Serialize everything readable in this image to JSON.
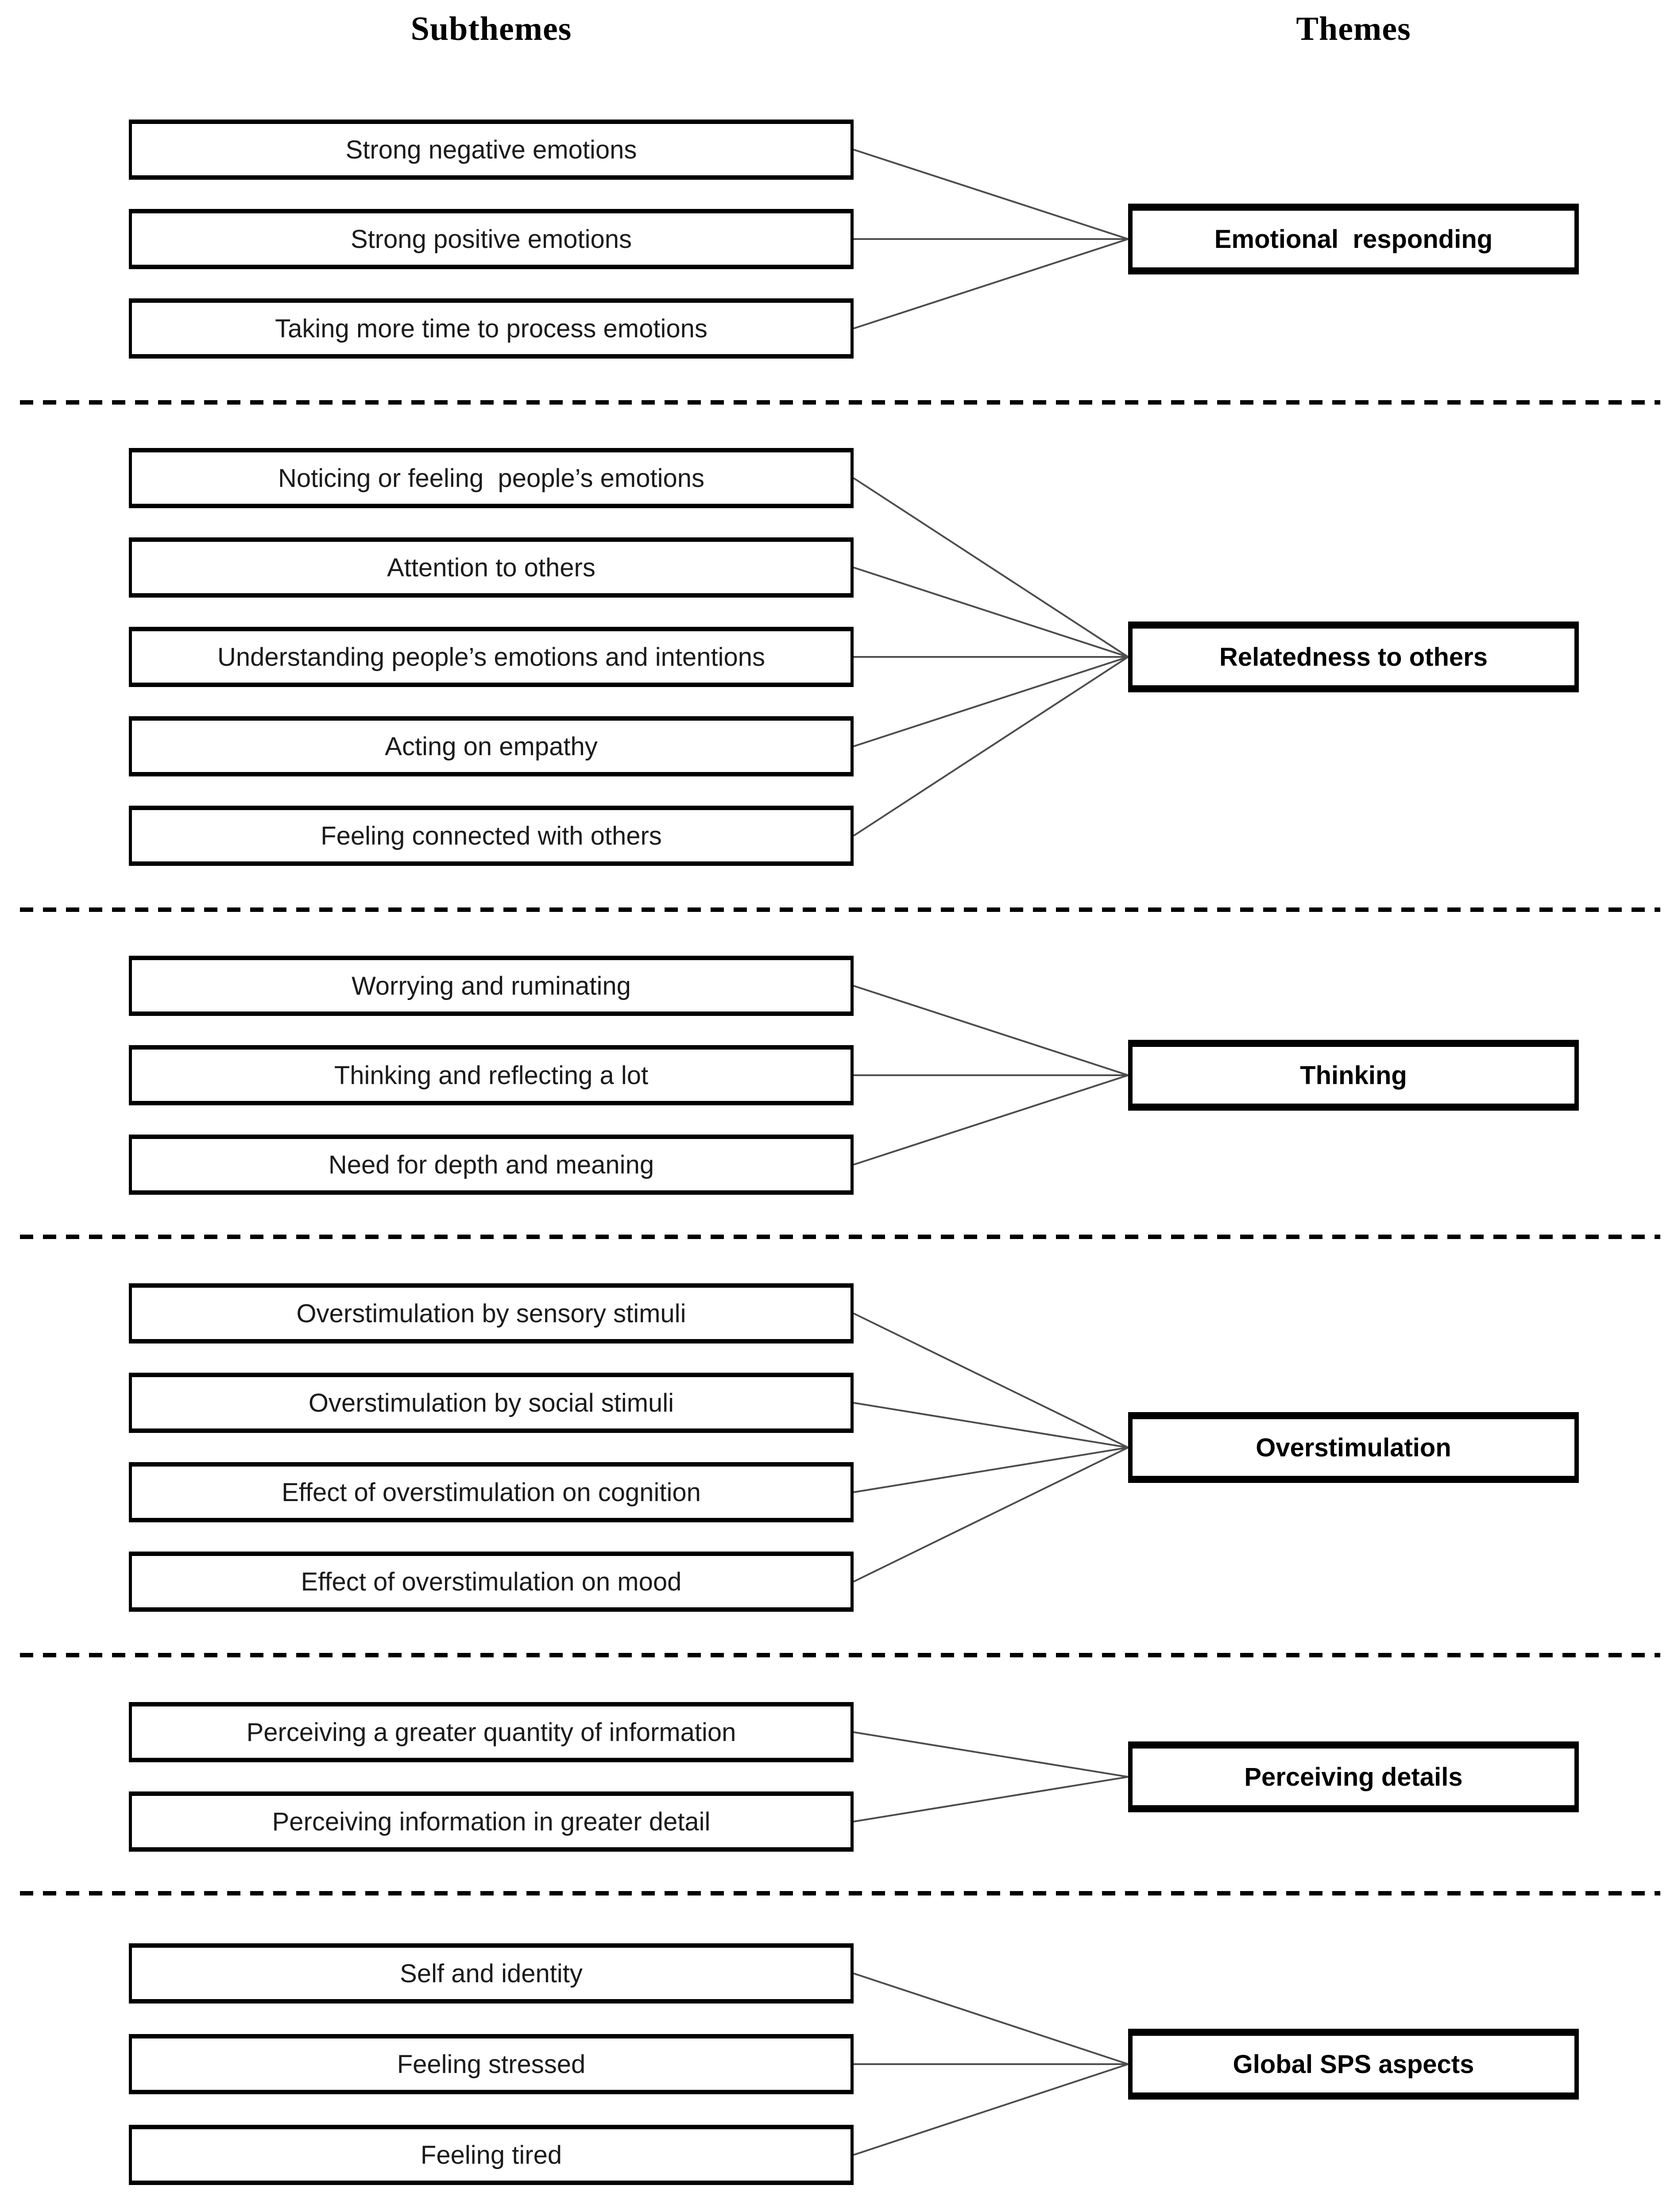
{
  "page": {
    "left_column_header": "Subthemes",
    "right_column_header": "Themes"
  },
  "colors": {
    "background": "#ffffff",
    "box_border": "#000000",
    "subtheme_text": "#1b1b1b",
    "theme_text": "#000000",
    "connector_line": "#4d4d4d",
    "divider": "#000000"
  },
  "groups": [
    {
      "theme": "Emotional  responding",
      "subthemes": [
        "Strong negative emotions",
        "Strong positive emotions",
        "Taking more time to process emotions"
      ]
    },
    {
      "theme": "Relatedness to others",
      "subthemes": [
        "Noticing or feeling  people’s emotions",
        "Attention to others",
        "Understanding people’s emotions and intentions",
        "Acting on empathy",
        "Feeling connected with others"
      ]
    },
    {
      "theme": "Thinking",
      "subthemes": [
        "Worrying and ruminating",
        "Thinking and reflecting a lot",
        "Need for depth and meaning"
      ]
    },
    {
      "theme": "Overstimulation",
      "subthemes": [
        "Overstimulation by sensory stimuli",
        "Overstimulation by social stimuli",
        "Effect of overstimulation on cognition",
        "Effect of overstimulation on mood"
      ]
    },
    {
      "theme": "Perceiving details",
      "subthemes": [
        "Perceiving a greater quantity of information",
        "Perceiving information in greater detail"
      ]
    },
    {
      "theme": "Global SPS aspects",
      "subthemes": [
        "Self and identity",
        "Feeling stressed",
        "Feeling tired"
      ]
    }
  ]
}
